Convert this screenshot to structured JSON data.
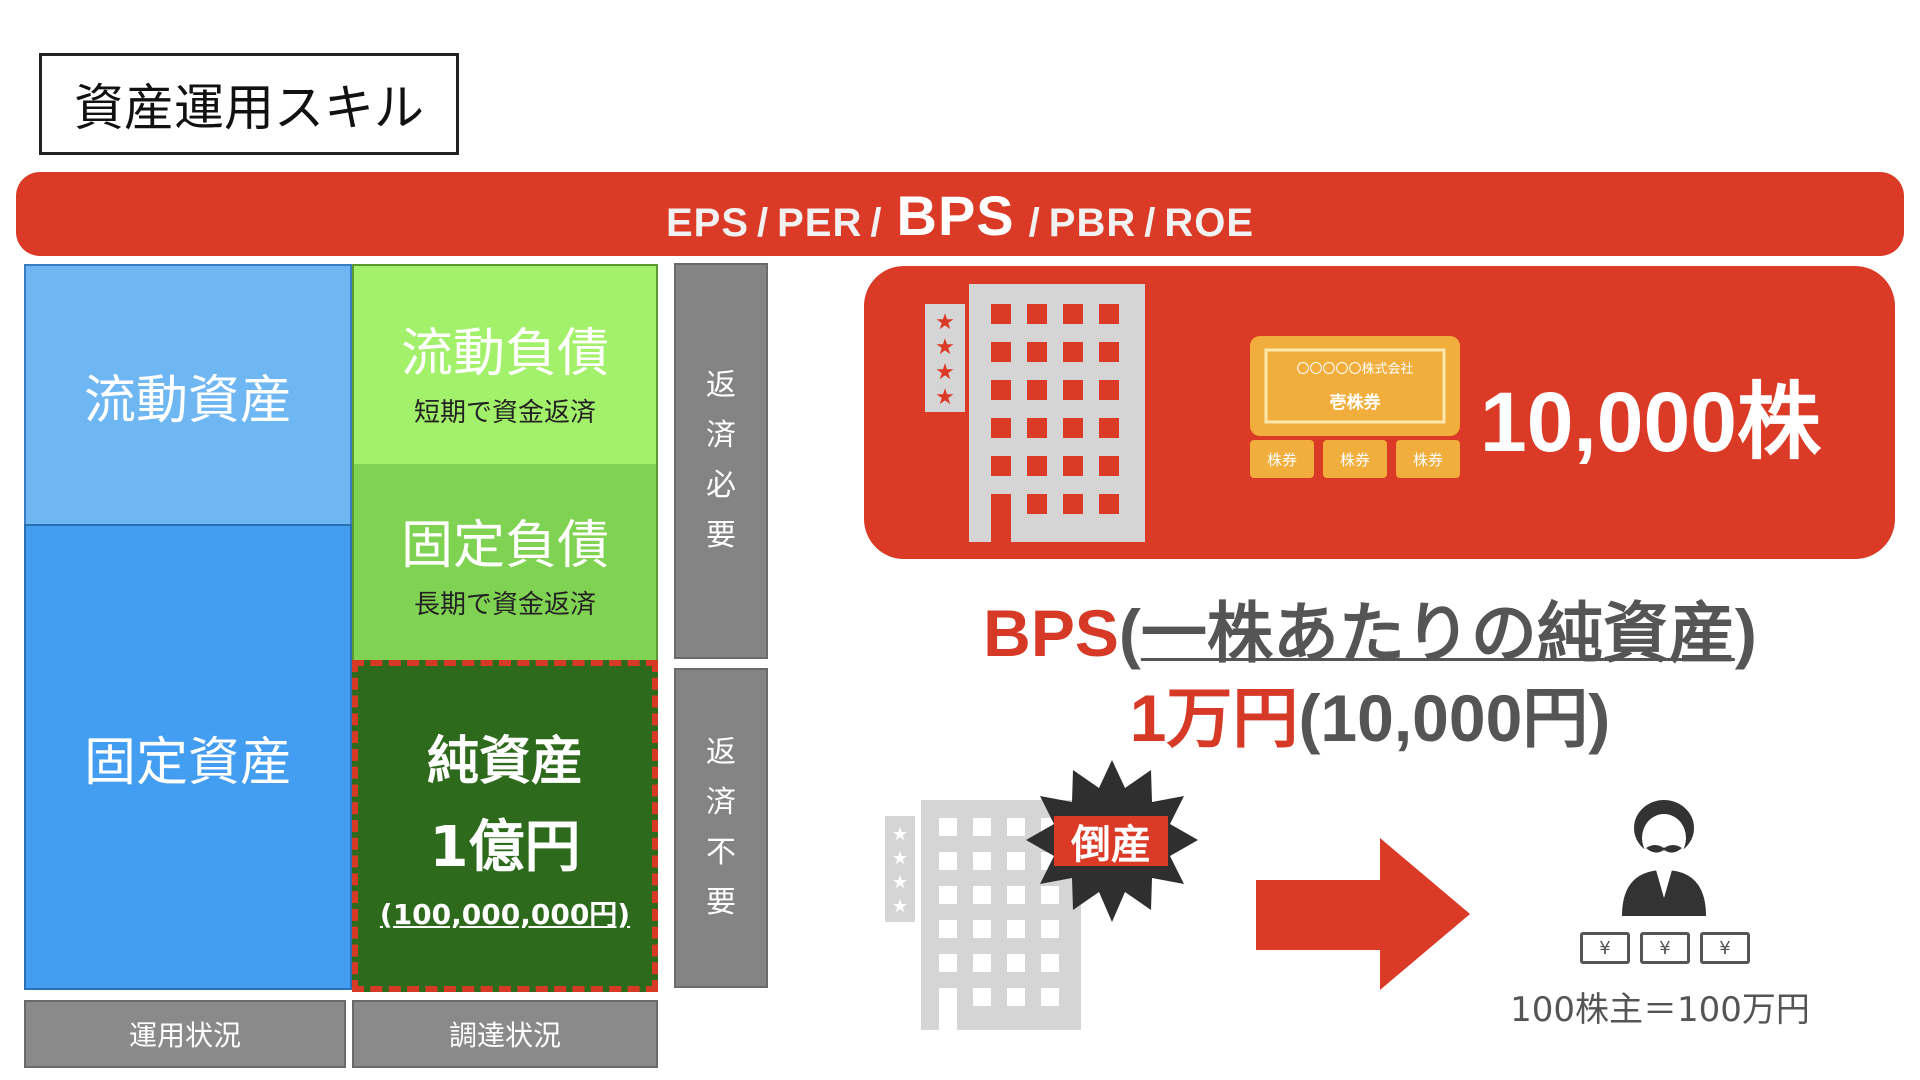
{
  "title": "資産運用スキル",
  "top_bar": {
    "eps": "EPS",
    "per": "PER",
    "bps": "BPS",
    "pbr": "PBR",
    "roe": "ROE",
    "separator": "/"
  },
  "balance_sheet": {
    "current_assets": "流動資産",
    "fixed_assets": "固定資産",
    "current_liabilities": {
      "title": "流動負債",
      "note": "短期で資金返済"
    },
    "fixed_liabilities": {
      "title": "固定負債",
      "note": "長期で資金返済"
    },
    "net_assets": {
      "title": "純資産",
      "amount": "1億円",
      "amount_full": "(100,000,000円)"
    },
    "repay_required": [
      "返",
      "済",
      "必",
      "要"
    ],
    "repay_not_required": [
      "返",
      "済",
      "不",
      "要"
    ],
    "footer_left": "運用状況",
    "footer_right": "調達状況"
  },
  "panel": {
    "certificate_company": "〇〇〇〇〇株式会社",
    "certificate_title": "壱株券",
    "certificate_stub": "株券",
    "shares": "10,000株"
  },
  "bps": {
    "label": "BPS",
    "paren_open": "(",
    "definition": "一株あたりの純資産",
    "paren_close": ")",
    "value_red": "1万円",
    "value_full": "(10,000円)"
  },
  "bankruptcy": {
    "label": "倒産",
    "caption": "100株主＝100万円",
    "money_symbol": "¥"
  },
  "colors": {
    "red": "#da3a26",
    "light_blue": "#6fb7f3",
    "blue": "#439df0",
    "light_green": "#a3f06a",
    "green": "#80d252",
    "dark_green": "#2d6a1c",
    "gray": "#848484",
    "light_gray": "#d5d5d5",
    "gold": "#f1ae3c"
  },
  "icons": [
    "building-icon",
    "stock-certificate-icon",
    "bankrupt-building-icon",
    "burst-icon",
    "arrow-right-icon",
    "shareholder-icon",
    "banknote-icon"
  ]
}
